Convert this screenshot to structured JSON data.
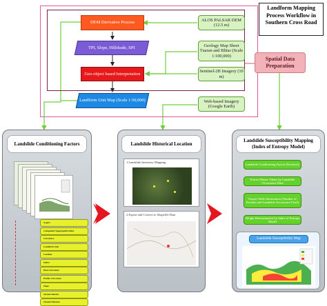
{
  "title": "Landform Mapping Process Workflow in Southern Cross Road",
  "workflow": {
    "dem_derivative": "DEM Derivative Process",
    "tpi_slope": "TPI, Slope, Hillshade, SPI",
    "geomorph": "Geo-object based Interpretation",
    "landform_map": "Landform Unit Map (Scale 1:50,000)"
  },
  "sources": {
    "alos": "ALOS PALSAR DEM (12.5 m)",
    "geology": "Geology Map Sheet Tuaran and Blitar (Scale 1:100,000)",
    "sentinel": "Sentinel-2B Imagery (10 m)",
    "web": "Web-based Imagery (Google Earth)"
  },
  "spatial_data": "Spatial Data Preparation",
  "section1": {
    "heading": "Landslide Conditioning Factors",
    "factors": [
      "Aspect",
      "Compound Topographic Index",
      "Curvature",
      "Landform Unit",
      "Landuse",
      "NDVI",
      "Plan Curvature",
      "Profile Curvature",
      "Slope",
      "Stream Density",
      "Stream Distance"
    ]
  },
  "section2": {
    "heading": "Landslide Historical Location",
    "panel1": "1.Landslide Inventory Mapping",
    "panel2": "2.Export and Convert to Shapefile Data"
  },
  "section3": {
    "heading": "Landslide Susceptibility Mapping (Index of Entropy Model)",
    "steps": [
      "Landslide Conditioning Factors Reclassify",
      "Extract Raster Values by Landslide Occurrence Data",
      "Export Table Information (Number of Domain and Landslide Occurrence Pixel)",
      "Weight Determination by Index of Entropy Model"
    ],
    "map_title": "Landslide Susceptibility Map"
  },
  "colors": {
    "arrow_green": "#6fcf3a",
    "chevron_red": "#e5171e"
  }
}
